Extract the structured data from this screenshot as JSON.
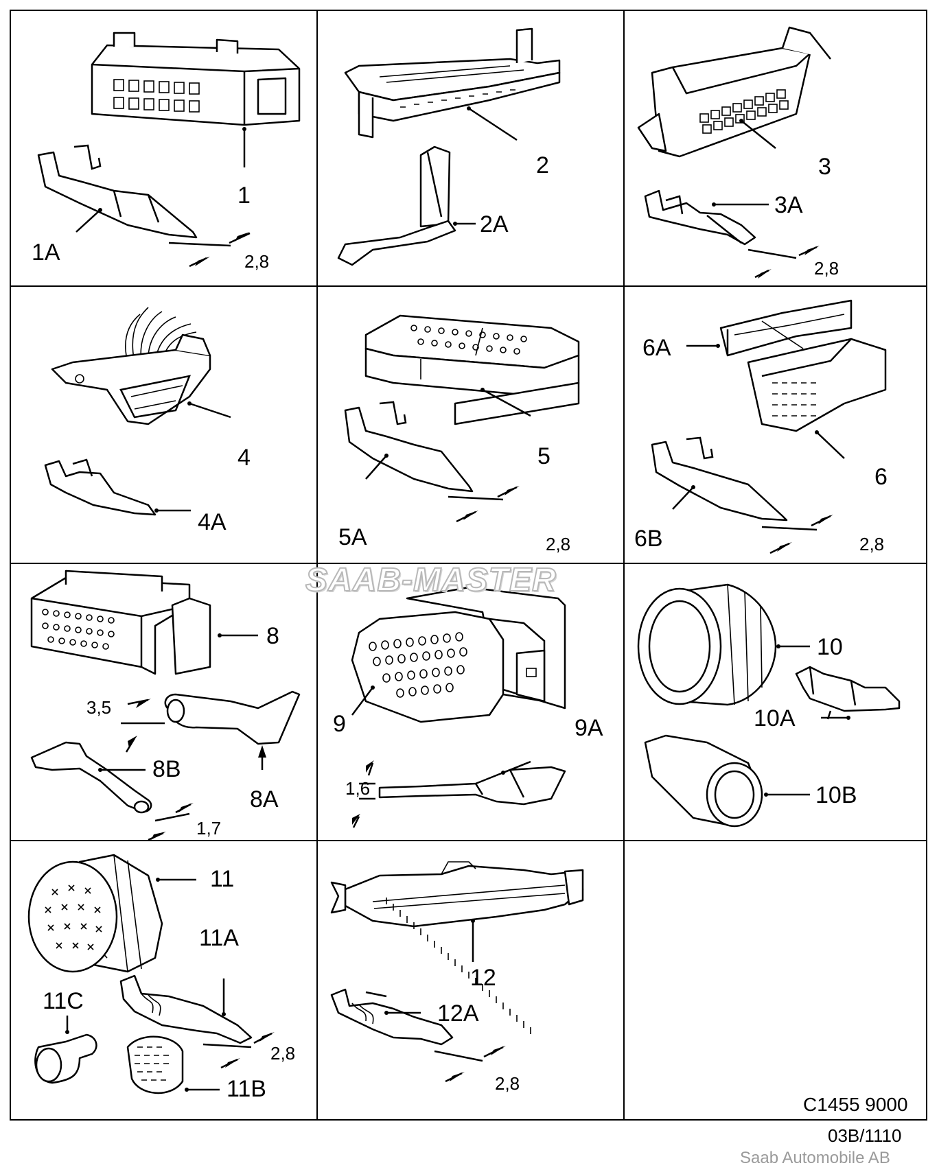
{
  "parts": {
    "p1": "1",
    "p1a": "1A",
    "p2": "2",
    "p2a": "2A",
    "p3": "3",
    "p3a": "3A",
    "p4": "4",
    "p4a": "4A",
    "p5": "5",
    "p5a": "5A",
    "p6": "6",
    "p6a": "6A",
    "p6b": "6B",
    "p8": "8",
    "p8a": "8A",
    "p8b": "8B",
    "p9": "9",
    "p9a": "9A",
    "p10": "10",
    "p10a": "10A",
    "p10b": "10B",
    "p11": "11",
    "p11a": "11A",
    "p11b": "11B",
    "p11c": "11C",
    "p12": "12",
    "p12a": "12A"
  },
  "dimensions": {
    "d1": "2,8",
    "d3": "2,8",
    "d5": "2,8",
    "d6": "2,8",
    "d8a": "3,5",
    "d8b": "1,7",
    "d9": "1,6",
    "d11": "2,8",
    "d12": "2,8"
  },
  "watermark": "SAAB-MASTER",
  "figure_code": "C1455 9000",
  "page_ref": "03B/1110",
  "brand": "Saab Automobile AB"
}
